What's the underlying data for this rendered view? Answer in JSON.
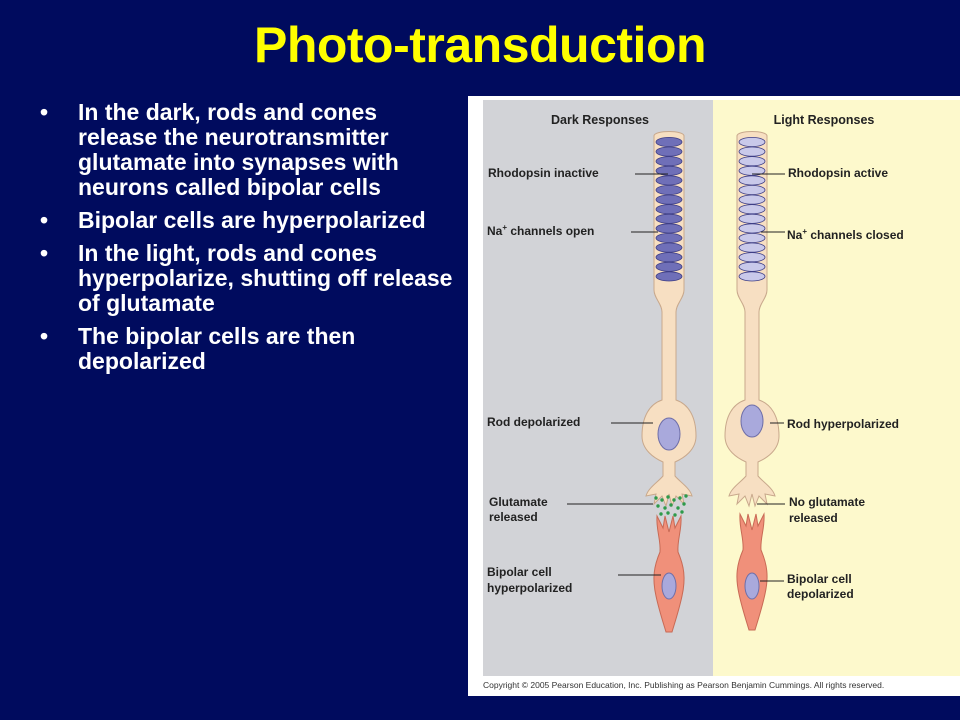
{
  "slide": {
    "title": "Photo-transduction",
    "bullet_symbol": "•",
    "bullets": [
      "In the dark, rods and cones release the neurotransmitter glutamate into synapses with neurons called bipolar cells",
      "Bipolar cells are hyperpolarized",
      "In the light, rods and cones hyperpolarize, shutting off release of glutamate",
      "The bipolar cells are then depolarized"
    ]
  },
  "figure": {
    "dark": {
      "header": "Dark Responses",
      "rhodopsin": "Rhodopsin inactive",
      "na_prefix": "Na",
      "na_superscript": "+",
      "na_suffix": " channels open",
      "rod": "Rod depolarized",
      "glutamate_line1": "Glutamate",
      "glutamate_line2": "released",
      "bipolar_line1": "Bipolar cell",
      "bipolar_line2": "hyperpolarized"
    },
    "light": {
      "header": "Light Responses",
      "rhodopsin": "Rhodopsin active",
      "na_prefix": "Na",
      "na_superscript": "+",
      "na_suffix": " channels closed",
      "rod": "Rod hyperpolarized",
      "glutamate_line1": "No glutamate",
      "glutamate_line2": "released",
      "bipolar_line1": "Bipolar cell",
      "bipolar_line2": "depolarized"
    },
    "copyright": "Copyright © 2005 Pearson Education, Inc. Publishing as Pearson Benjamin Cummings. All rights reserved.",
    "colors": {
      "dark_panel": "#d2d3d7",
      "light_panel": "#fdf9cc",
      "rod_body": "#f7dfc2",
      "disc_dark": "#6f6fb8",
      "disc_light": "#c9c9ea",
      "nucleus": "#a9a9dc",
      "bipolar": "#f0907a",
      "glutamate": "#2e9a4a"
    }
  }
}
